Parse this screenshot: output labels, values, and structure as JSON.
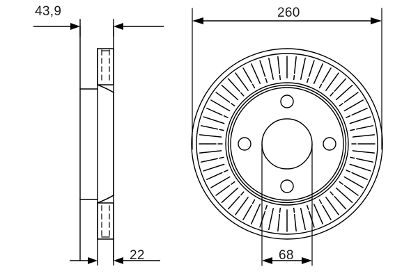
{
  "drawing": {
    "type": "engineering-drawing",
    "subject": "brake-disc",
    "views": [
      {
        "name": "side-section-view",
        "position": "left"
      },
      {
        "name": "front-face-view",
        "position": "right"
      }
    ],
    "stroke_color": "#000000",
    "background_color": "#ffffff"
  },
  "dimensions": {
    "overall_thickness": {
      "label": "43,9",
      "value": 43.9,
      "unit": "mm",
      "view": "side"
    },
    "disc_thickness": {
      "label": "22",
      "value": 22,
      "unit": "mm",
      "view": "side"
    },
    "outer_diameter": {
      "label": "260",
      "value": 260,
      "unit": "mm",
      "view": "front"
    },
    "center_bore": {
      "label": "68",
      "value": 68,
      "unit": "mm",
      "view": "front"
    }
  },
  "features": {
    "bolt_holes_count": 4,
    "vent_slots_count": 60,
    "hub_bore": true
  }
}
